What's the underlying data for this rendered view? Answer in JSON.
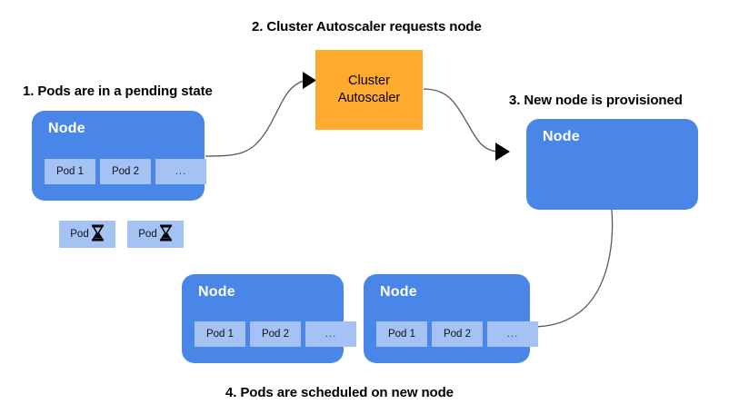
{
  "diagram": {
    "title_step1": "1. Pods are in a pending state",
    "title_step2": "2. Cluster Autoscaler requests node",
    "title_step3": "3. New node is provisioned",
    "title_step4": "4. Pods are scheduled on new node"
  },
  "colors": {
    "node_blue": "#4a86e8",
    "pod_blue": "#a4c2f4",
    "autoscaler_orange": "#ffab2e",
    "text_black": "#000000",
    "node_label_white": "#ffffff",
    "edge_gray": "#595959",
    "background": "#ffffff"
  },
  "nodes": {
    "pending_node": {
      "label": "Node",
      "pods": [
        "Pod 1",
        "Pod 2",
        "..."
      ]
    },
    "new_node": {
      "label": "Node",
      "pods": []
    },
    "scheduled_node_left": {
      "label": "Node",
      "pods": [
        "Pod 1",
        "Pod 2",
        "..."
      ]
    },
    "scheduled_node_right": {
      "label": "Node",
      "pods": [
        "Pod 1",
        "Pod 2",
        "..."
      ]
    }
  },
  "autoscaler": {
    "line1": "Cluster",
    "line2": "Autoscaler"
  },
  "pending_pods": [
    {
      "label": "Pod",
      "icon": "hourglass-icon",
      "glyph": "⌛"
    },
    {
      "label": "Pod",
      "icon": "hourglass-icon",
      "glyph": "⌛"
    }
  ],
  "edges": [
    {
      "name": "pending-node-to-autoscaler",
      "arrowhead": true
    },
    {
      "name": "autoscaler-to-new-node",
      "arrowhead": true
    },
    {
      "name": "new-node-to-scheduled-node",
      "arrowhead": false
    }
  ]
}
